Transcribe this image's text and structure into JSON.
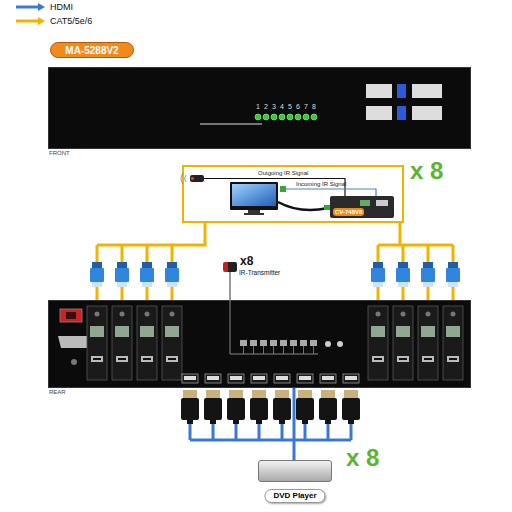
{
  "diagram": {
    "nodes": [
      {
        "text": [
          "MA-5288V2"
        ]
      },
      {
        "text": [
          "FRONT"
        ]
      },
      {
        "text": [
          "x 8"
        ]
      },
      {
        "text": [
          "CV-748V8"
        ],
        "in": 2
      },
      {
        "text": [
          "IR-Transmitter"
        ]
      },
      {
        "text": [
          "REAR"
        ]
      },
      {
        "text": [
          "DVD Player"
        ]
      }
    ],
    "edges": [
      {
        "from": 5,
        "to": 2,
        "arrow": "none"
      },
      {
        "from": 4,
        "to": 5,
        "arrow": "none"
      },
      {
        "from": 6,
        "to": 5,
        "arrow": "none"
      }
    ],
    "labels": [
      "1",
      "2",
      "3",
      "4",
      "5",
      "6",
      "7",
      "8",
      "Outgoing IR Signal",
      "Incoming IR Signal",
      "x8",
      "x 8"
    ],
    "legend": [
      {
        "text": "HDMI"
      },
      {
        "text": "CAT5/5e/6"
      }
    ]
  }
}
